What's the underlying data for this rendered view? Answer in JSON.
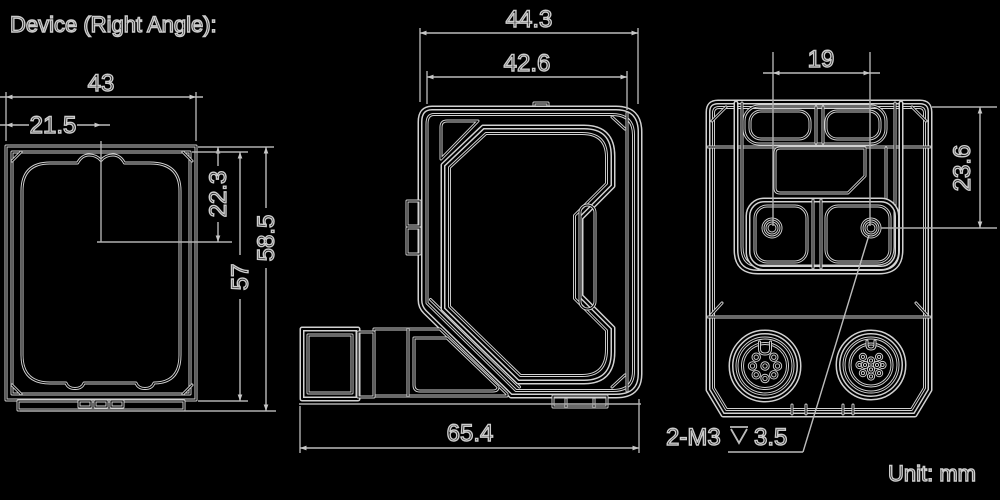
{
  "title": "Device (Right Angle):",
  "unit_label": "Unit: mm",
  "colors": {
    "background": "#000000",
    "line": "#d2d2d2",
    "dim": "#bcbcbc"
  },
  "views": {
    "front": {
      "dims": {
        "overall_width": "43",
        "axis_offset_x": "21.5",
        "axis_offset_y": "22.3",
        "body_height": "57",
        "overall_height": "58.5"
      }
    },
    "side": {
      "dims": {
        "overall_depth": "44.3",
        "body_depth": "42.6",
        "overall_length": "65.4"
      }
    },
    "rear": {
      "dims": {
        "mount_hole_spacing": "19",
        "mount_hole_axis_y": "23.6"
      },
      "thread_note": {
        "prefix": "2-M3",
        "symbol": "depth-symbol",
        "value": "3.5"
      }
    }
  }
}
